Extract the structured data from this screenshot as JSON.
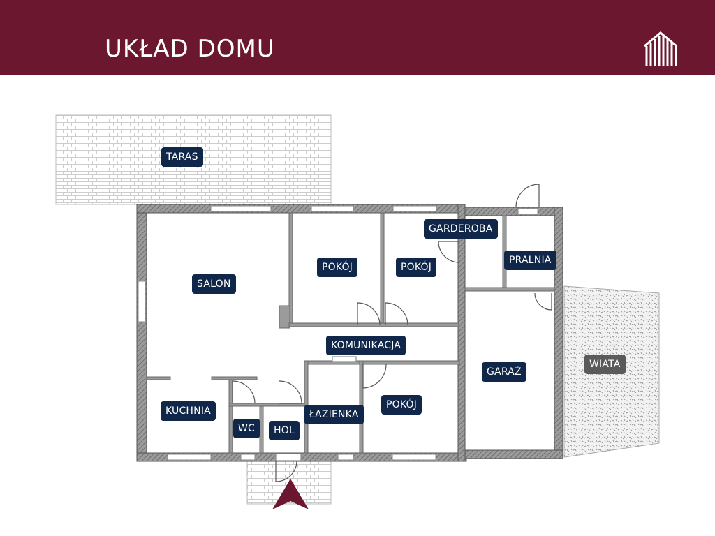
{
  "header": {
    "title": "UKŁAD DOMU"
  },
  "colors": {
    "header_bg": "#6c1730",
    "label_bg": "#10274a",
    "wiata_label_bg": "#5a5a5a",
    "entrance_arrow": "#6c1730"
  },
  "icons": {
    "logo": "building-columns-logo",
    "entrance": "entrance-arrow-icon"
  },
  "rooms": {
    "taras": "TARAS",
    "salon": "SALON",
    "pokoj_1": "POKÓJ",
    "pokoj_2": "POKÓJ",
    "garderoba": "GARDEROBA",
    "pralnia": "PRALNIA",
    "komunikacja": "KOMUNIKACJA",
    "garaz": "GARAŻ",
    "wiata": "WIATA",
    "kuchnia": "KUCHNIA",
    "wc": "WC",
    "hol": "HOL",
    "lazienka": "ŁAZIENKA",
    "pokoj_3": "POKÓJ"
  }
}
